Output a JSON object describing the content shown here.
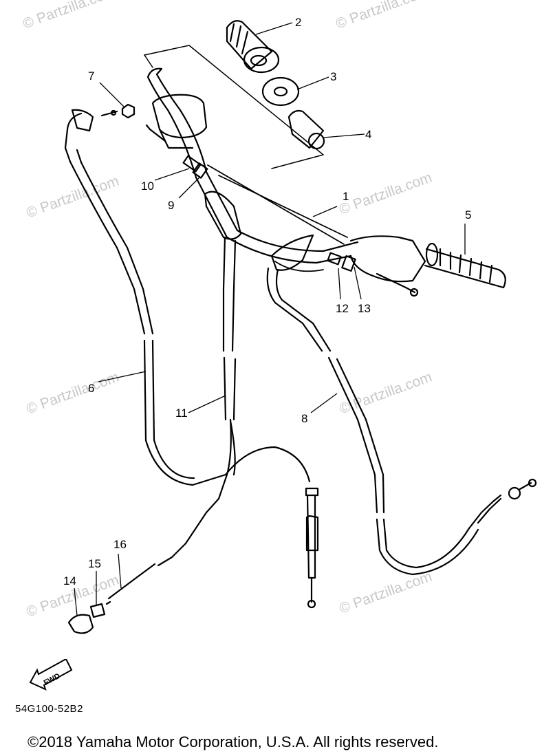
{
  "watermark": "© Partzilla.com",
  "callouts": [
    "1",
    "2",
    "3",
    "4",
    "5",
    "6",
    "7",
    "8",
    "9",
    "10",
    "11",
    "12",
    "13",
    "14",
    "15",
    "16"
  ],
  "fwd_label": "FWD",
  "diagram_code": "54G100-52B2",
  "copyright": "©2018 Yamaha Motor Corporation, U.S.A. All rights reserved."
}
